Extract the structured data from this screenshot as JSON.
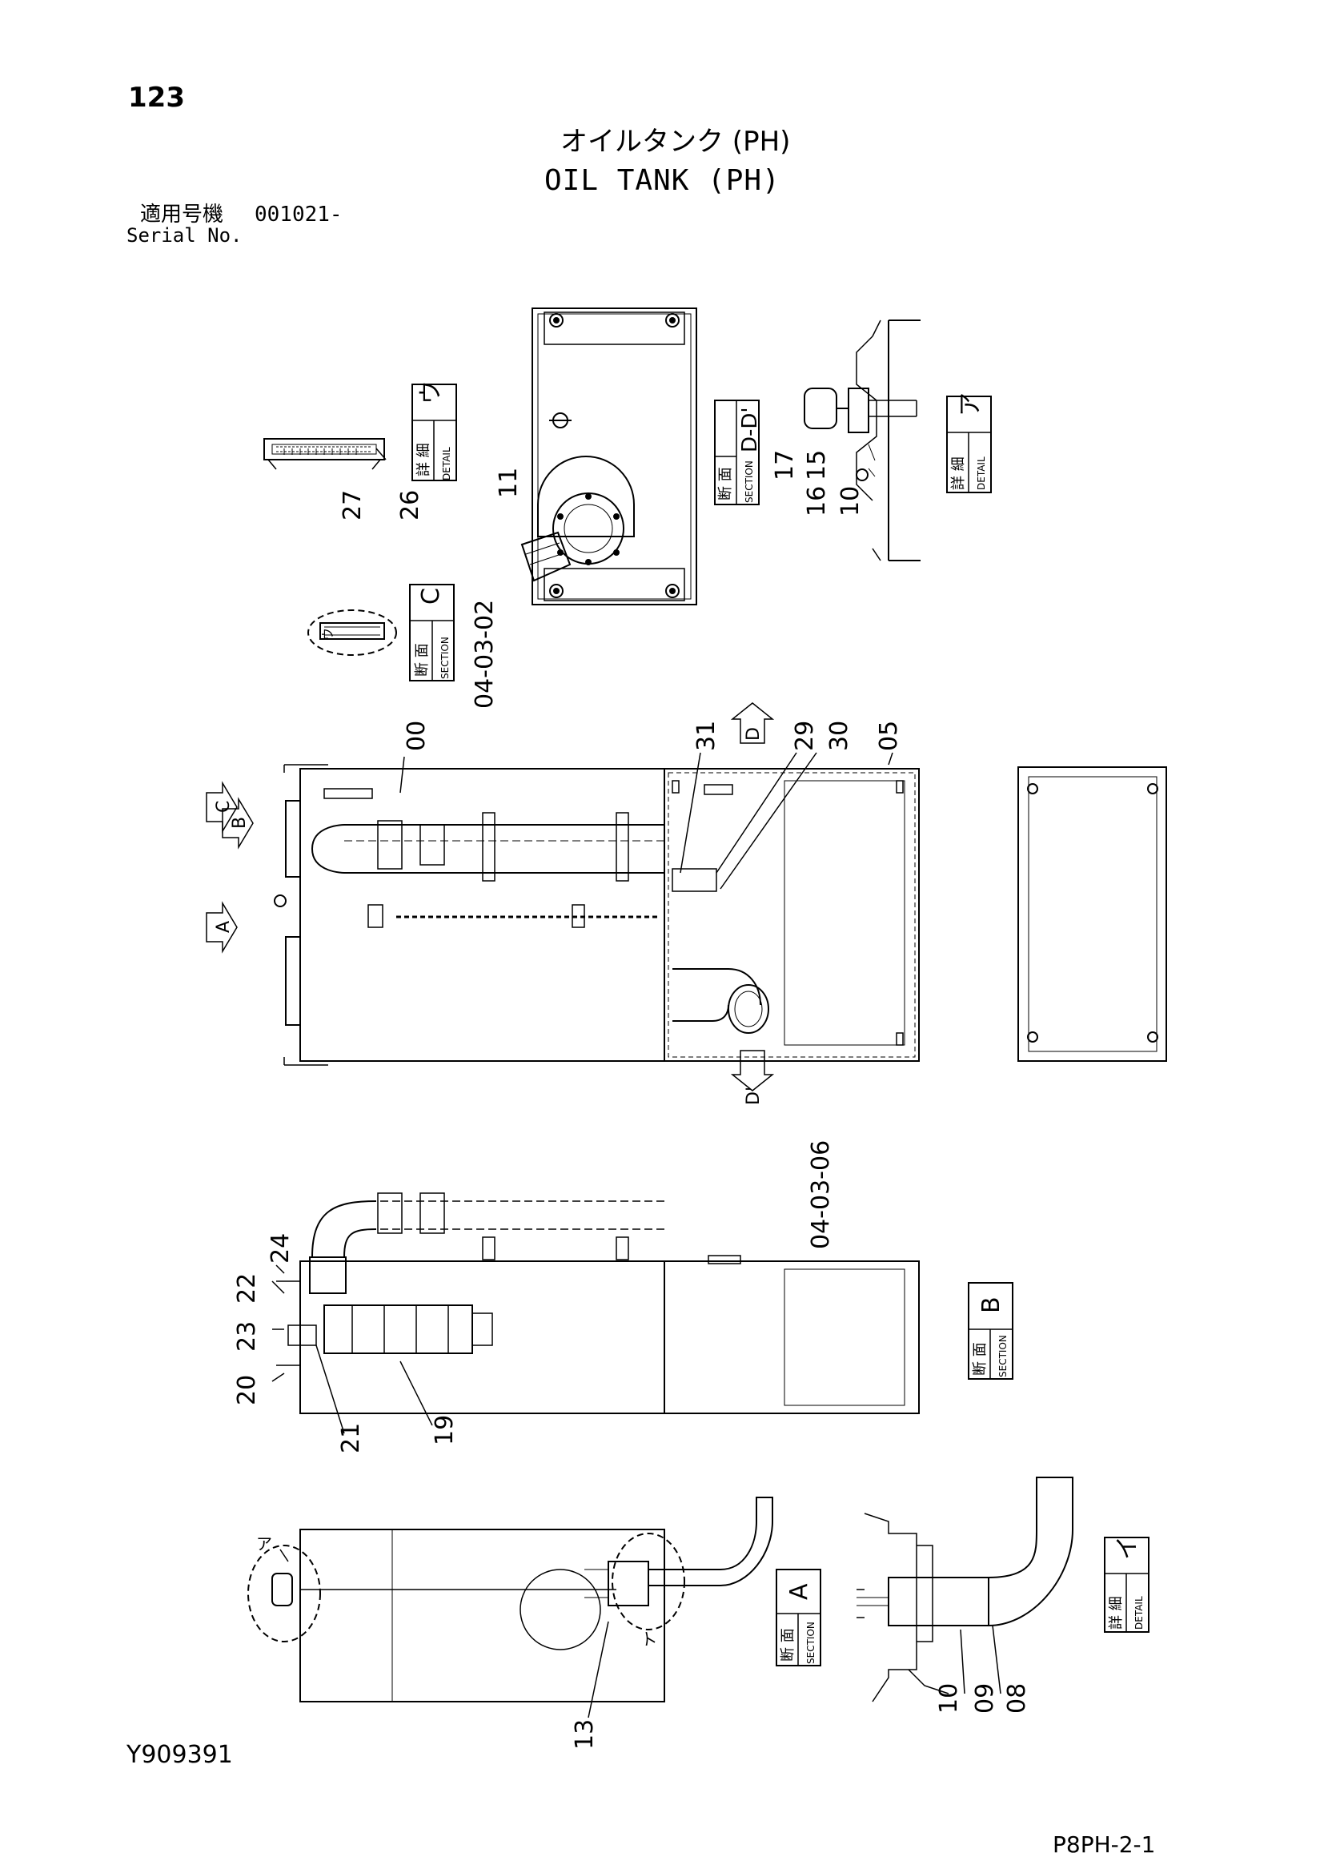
{
  "header": {
    "page_number": "123",
    "title_jp": "オイルタンク (PH)",
    "title_en": "OIL TANK (PH)",
    "serial_label_jp": "適用号機",
    "serial_value": "001021-",
    "serial_label_en": "Serial No."
  },
  "footer": {
    "drawing_number": "Y909391",
    "sheet_code": "P8PH-2-1"
  },
  "view_labels": {
    "detail_u": {
      "mark": "ウ",
      "jp": "詳 細",
      "en": "DETAIL"
    },
    "section_dd": {
      "mark": "D-D'",
      "jp": "断 面",
      "en": "SECTION"
    },
    "detail_a": {
      "mark": "ア",
      "jp": "詳 細",
      "en": "DETAIL"
    },
    "section_c": {
      "mark": "C",
      "jp": "断 面",
      "en": "SECTION"
    },
    "section_b": {
      "mark": "B",
      "jp": "断 面",
      "en": "SECTION"
    },
    "section_a": {
      "mark": "A",
      "jp": "断 面",
      "en": "SECTION"
    },
    "detail_i": {
      "mark": "イ",
      "jp": "詳 細",
      "en": "DETAIL"
    }
  },
  "section_arrows": {
    "c": "C",
    "b": "B",
    "a": "A",
    "d_top": "D",
    "d_bottom": "D'"
  },
  "callouts": {
    "n27": "27",
    "n26": "26",
    "n11": "11",
    "n04_03_02": "04-03-02",
    "n17": "17",
    "n15": "15",
    "n16": "16",
    "n10_top": "10",
    "n00": "00",
    "n31": "31",
    "n29": "29",
    "n30": "30",
    "n05": "05",
    "n04_03_06": "04-03-06",
    "n24": "24",
    "n22": "22",
    "n23": "23",
    "n20": "20",
    "n21": "21",
    "n19": "19",
    "n13": "13",
    "n10_bottom": "10",
    "n09": "09",
    "n08": "08",
    "mark_a_small": "ア",
    "mark_i_small": "イ",
    "mark_u_small": "ウ"
  }
}
